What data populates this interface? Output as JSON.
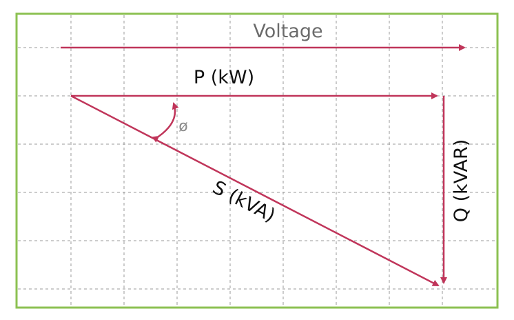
{
  "diagram": {
    "voltage_label": "Voltage",
    "p_label": "P (kW)",
    "q_label": "Q (kVAR)",
    "s_label": "S (kVA)",
    "phi_label": "ø"
  },
  "colors": {
    "frame": "#8cc152",
    "grid": "#9a9a9a",
    "vector": "#c0355a",
    "voltage_text": "#6b6b6b",
    "phi_text": "#8a8a8a",
    "label_text": "#111111"
  }
}
